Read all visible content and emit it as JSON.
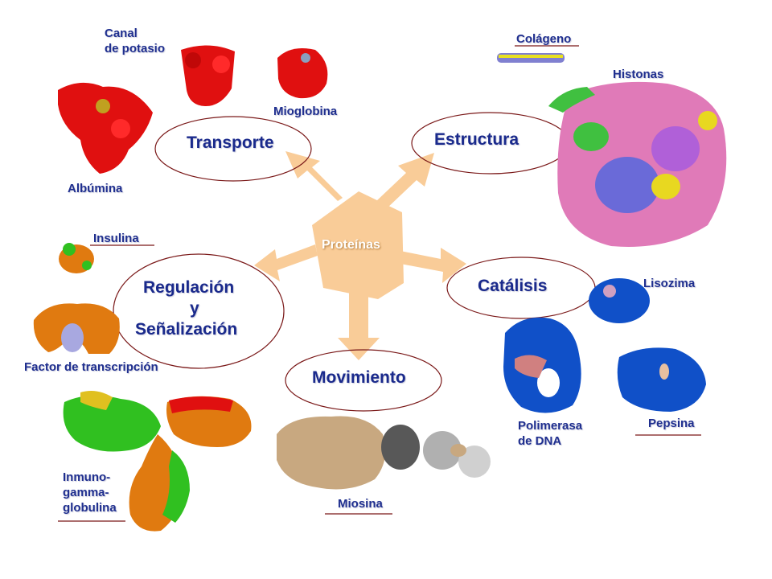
{
  "center": {
    "label": "Proteínas"
  },
  "categories": {
    "transporte": "Transporte",
    "estructura": "Estructura",
    "catalisis": "Catálisis",
    "movimiento": "Movimiento",
    "regulacion_line1": "Regulación",
    "regulacion_line2": "y",
    "regulacion_line3": "Señalización"
  },
  "proteins": {
    "canal_potasio": "Canal\nde potasio",
    "mioglobina": "Mioglobina",
    "albumina": "Albúmina",
    "colageno": "Colágeno",
    "histonas": "Histonas",
    "insulina": "Insulina",
    "factor_transcripcion": "Factor de transcripción",
    "lisozima": "Lisozima",
    "polimerasa": "Polimerasa\nde DNA",
    "pepsina": "Pepsina",
    "inmunoglobulina": "Inmuno-\ngamma-\nglobulina",
    "miosina": "Miosina"
  },
  "colors": {
    "arrow": "#f9cc98",
    "label": "#1f2f8f",
    "ellipse": "#7a1818",
    "red": "#e01010",
    "blue": "#1050c8",
    "orange": "#e07a10",
    "green": "#30c020",
    "tan": "#c8a880",
    "pink": "#e07ab8"
  }
}
